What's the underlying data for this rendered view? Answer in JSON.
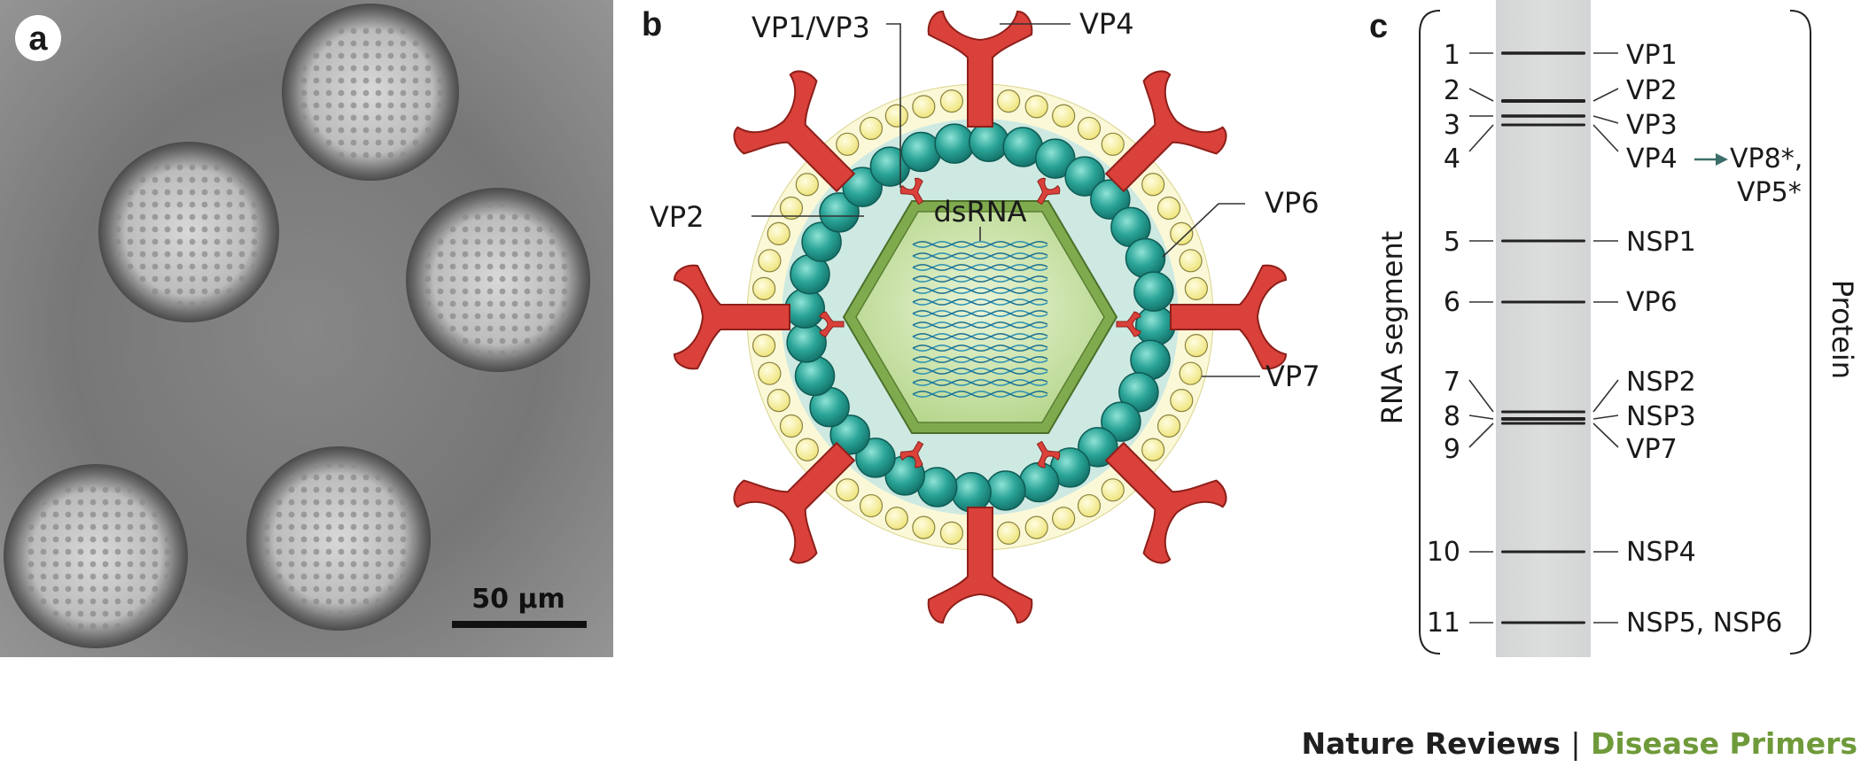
{
  "panels": {
    "a": {
      "letter": "a",
      "scale_bar": "50 μm"
    },
    "b": {
      "letter": "b",
      "labels": {
        "vp1_vp3": "VP1/VP3",
        "vp4": "VP4",
        "vp2": "VP2",
        "dsrna": "dsRNA",
        "vp6": "VP6",
        "vp7": "VP7"
      }
    },
    "c": {
      "letter": "c",
      "left_axis": "RNA segment",
      "right_axis": "Protein",
      "segments": [
        "1",
        "2",
        "3",
        "4",
        "5",
        "6",
        "7",
        "8",
        "9",
        "10",
        "11"
      ],
      "proteins": [
        "VP1",
        "VP2",
        "VP3",
        "VP4",
        "NSP1",
        "VP6",
        "NSP2",
        "NSP3",
        "VP7",
        "NSP4",
        "NSP5, NSP6"
      ],
      "vp4_products_line1": "VP8*,",
      "vp4_products_line2": "VP5*"
    }
  },
  "credit": {
    "journal": "Nature Reviews",
    "separator": "|",
    "series": "Disease Primers"
  },
  "colors": {
    "vp4_spike": "#d9413a",
    "vp6_bead": "#2aa497",
    "vp7_bead": "#f3ee96",
    "core_green": "#7fab4e",
    "core_fill": "#c9e3a6",
    "gel_lane": "#d8d9da"
  }
}
